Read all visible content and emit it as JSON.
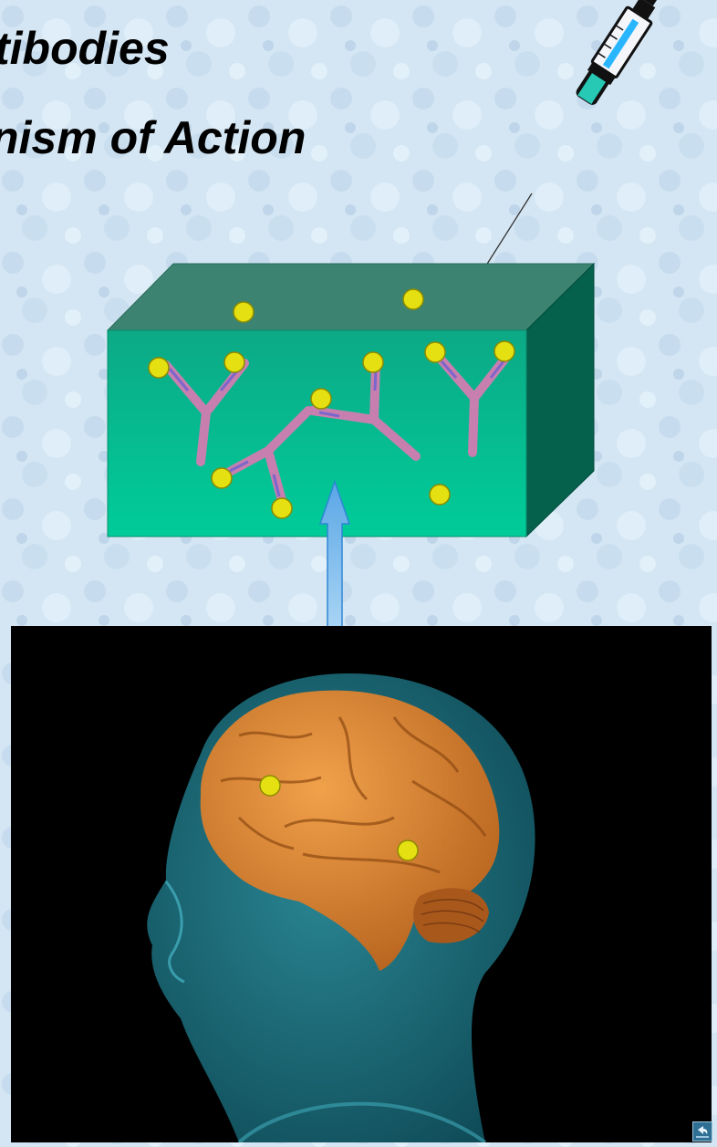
{
  "slide": {
    "title_line1": "tibodies",
    "title_line2": "nism of Action"
  },
  "colors": {
    "background": "#d4e6f3",
    "box_front": "#00c796",
    "box_top": "#3c8371",
    "box_side": "#05604c",
    "antigen": "#e4e012",
    "antibody": "#c77fb0",
    "arrow": "#8ec2ee",
    "brain": "#d97a28",
    "head": "#2a8f9c"
  },
  "icons": [
    "syringe-icon",
    "antibody-icon",
    "antigen-dot",
    "up-arrow-icon",
    "navigation-icon"
  ]
}
